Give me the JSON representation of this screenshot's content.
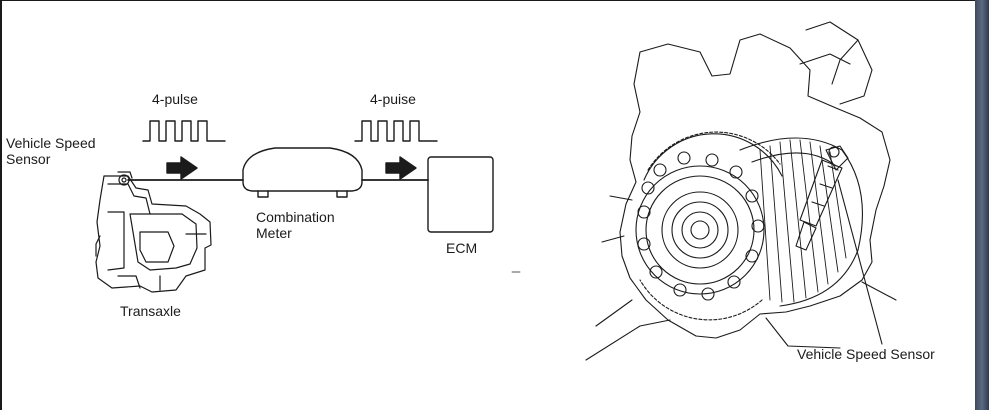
{
  "left_diagram": {
    "sensor_label_line1": "Vehicle Speed",
    "sensor_label_line2": "Sensor",
    "pulse_label_1": "4-pulse",
    "pulse_label_2": "4-puise",
    "meter_label_line1": "Combination",
    "meter_label_line2": "Meter",
    "ecm_label": "ECM",
    "transaxle_label": "Transaxle"
  },
  "right_diagram": {
    "sensor_callout": "Vehicle Speed Sensor"
  },
  "colors": {
    "line": "#1b1b1b",
    "background": "#ffffff",
    "side_bar": "#4a5870"
  }
}
